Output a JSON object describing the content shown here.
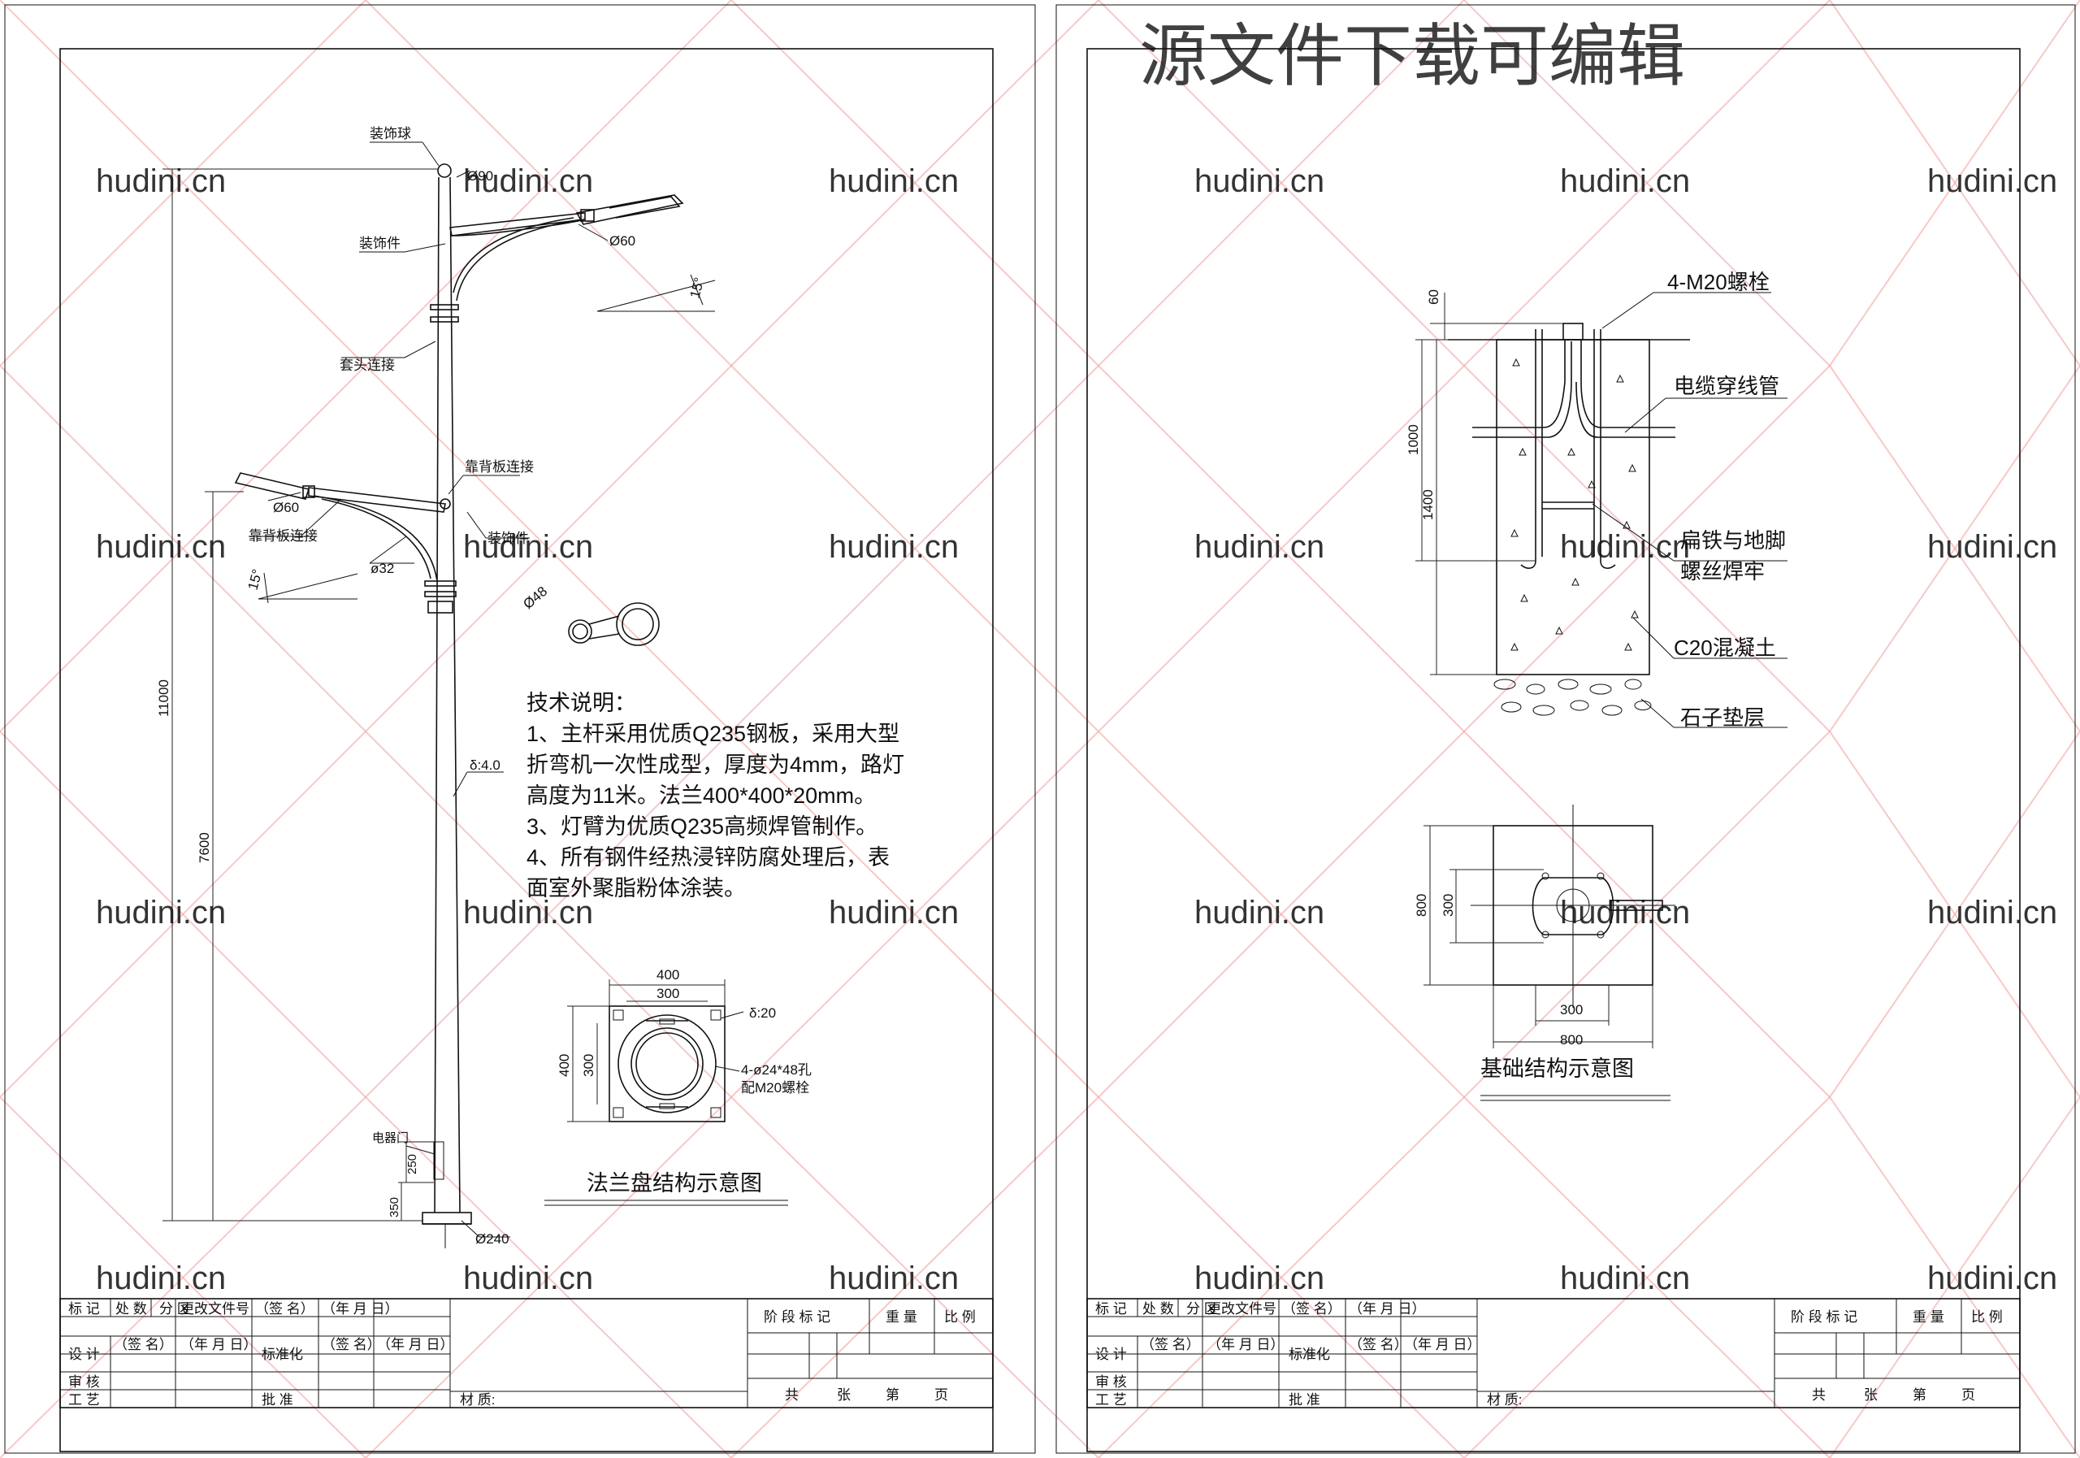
{
  "watermark": {
    "site": "hudini.cn",
    "banner": "源文件下载可编辑"
  },
  "lamp_pole_sheet": {
    "labels": {
      "ball": "装饰球",
      "top_diameter": "Ø90",
      "decor_upper": "装饰件",
      "lamp_diameter_upper": "Ø60",
      "tilt_upper": "15°",
      "sleeve_joint": "套头连接",
      "backplate_joint_right": "靠背板连接",
      "lamp_diameter_left": "Ø60",
      "backplate_joint_left": "靠背板连接",
      "decor_lower": "装饰件",
      "tilt_lower": "15°",
      "arm_diameter": "ø32",
      "ring_diameter": "Ø48",
      "wall_thickness": "δ:4.0",
      "door": "电器门",
      "door_height": "250",
      "base_height": "350",
      "base_diameter": "Ø240",
      "total_height": "11000",
      "lower_arm_height": "7600"
    },
    "notes": {
      "title": "技术说明：",
      "lines": [
        "1、主杆采用优质Q235钢板，采用大型",
        "折弯机一次性成型，厚度为4mm，路灯",
        "高度为11米。法兰400*400*20mm。",
        "3、灯臂为优质Q235高频焊管制作。",
        "4、所有钢件经热浸锌防腐处理后，表",
        "面室外聚脂粉体涂装。"
      ]
    },
    "flange": {
      "outer_width": "400",
      "inner_width": "300",
      "plate_thickness": "δ:20",
      "holes_line1": "4-ø24*48孔",
      "holes_line2": "配M20螺栓",
      "side_outer": "400",
      "side_inner": "300",
      "caption": "法兰盘结构示意图"
    }
  },
  "foundation_sheet": {
    "labels": {
      "top_dim": "60",
      "mid_dim": "1000",
      "total_dim": "1400",
      "bolts": "4-M20螺栓",
      "conduit": "电缆穿线管",
      "weld_line1": "扁铁与地脚",
      "weld_line2": "螺丝焊牢",
      "concrete": "C20混凝土",
      "gravel": "石子垫层",
      "plan_side_outer": "800",
      "plan_side_inner": "300",
      "plan_bottom_inner": "300",
      "plan_bottom_outer": "800",
      "caption": "基础结构示意图"
    }
  },
  "title_block": {
    "mark": "标 记",
    "count": "处 数",
    "zone": "分 区",
    "change_doc": "更改文件号",
    "signature": "（签 名）",
    "date": "（年 月 日）",
    "design": "设 计",
    "standardize": "标准化",
    "review": "审 核",
    "process": "工 艺",
    "approve": "批 准",
    "material": "材 质:",
    "stage_mark": "阶 段 标 记",
    "weight": "重 量",
    "scale": "比 例",
    "total": "共",
    "sheets": "张",
    "page_no": "第",
    "page": "页"
  }
}
